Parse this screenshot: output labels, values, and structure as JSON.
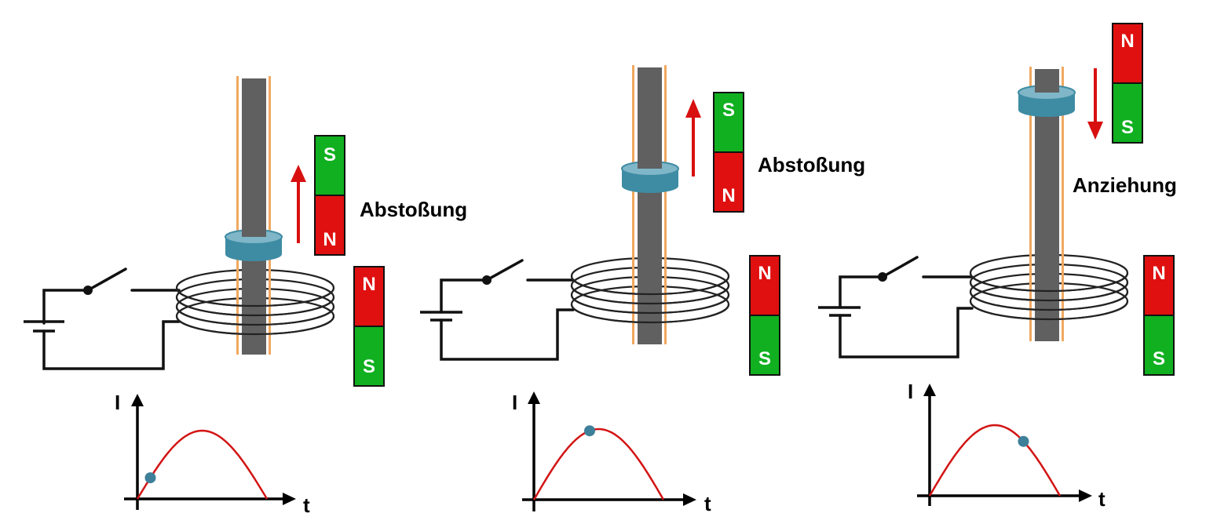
{
  "panels": [
    {
      "label": "Abstoßung",
      "moving_magnet": {
        "top_pole": "S",
        "bottom_pole": "N",
        "motion": "up"
      },
      "fixed_magnet": {
        "top_pole": "N",
        "bottom_pole": "S"
      },
      "graph": {
        "y_axis": "I",
        "x_axis": "t",
        "marker_fraction": 0.1
      }
    },
    {
      "label": "Abstoßung",
      "moving_magnet": {
        "top_pole": "S",
        "bottom_pole": "N",
        "motion": "up"
      },
      "fixed_magnet": {
        "top_pole": "N",
        "bottom_pole": "S"
      },
      "graph": {
        "y_axis": "I",
        "x_axis": "t",
        "marker_fraction": 0.43
      }
    },
    {
      "label": "Anziehung",
      "moving_magnet": {
        "top_pole": "N",
        "bottom_pole": "S",
        "motion": "down"
      },
      "fixed_magnet": {
        "top_pole": "N",
        "bottom_pole": "S"
      },
      "graph": {
        "y_axis": "I",
        "x_axis": "t",
        "marker_fraction": 0.72
      }
    }
  ],
  "colors": {
    "north_pole": "#e01010",
    "south_pole": "#10b020",
    "arrow": "#d81010",
    "ring": "#3e8ca4",
    "iron_core": "#606060",
    "guide_rail": "#f0a860",
    "curve": "#d31414",
    "marker": "#3e7f99"
  },
  "icons": [
    "switch-icon",
    "battery-icon",
    "coil-icon",
    "arrow-up-icon",
    "arrow-down-icon"
  ]
}
